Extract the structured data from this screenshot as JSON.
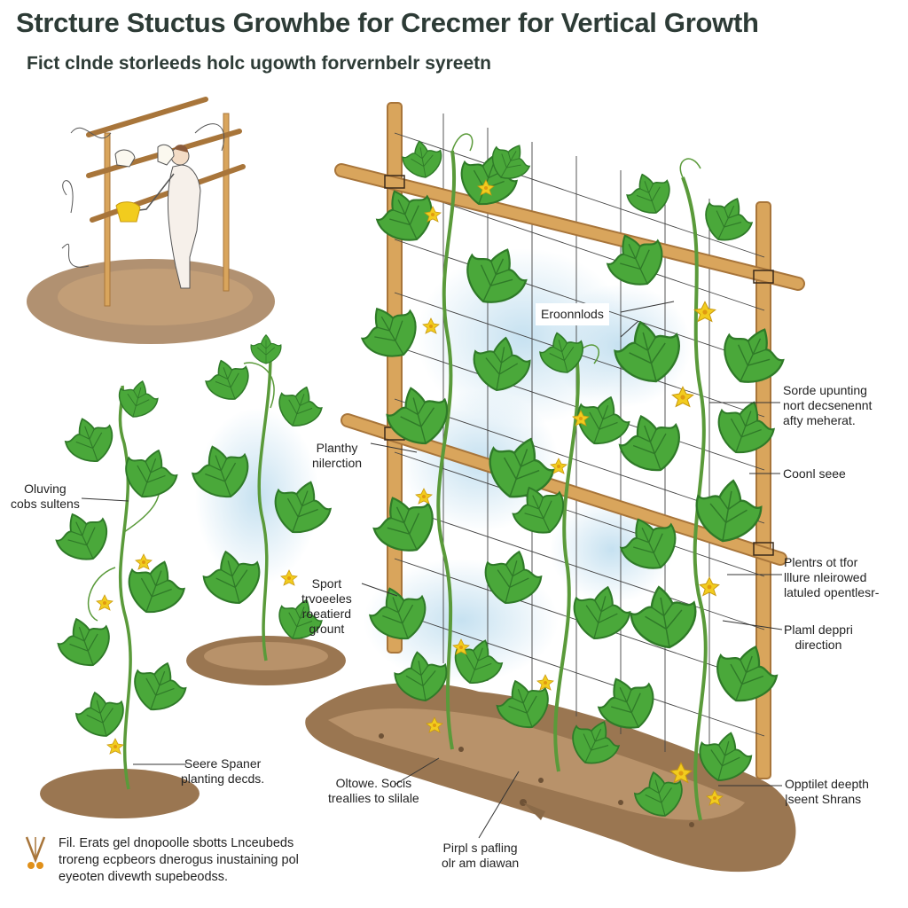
{
  "title": "Strcture Stuctus Growhbe for Crecmer for Vertical Growth",
  "subtitle": "Fict clnde storleeds holc ugowth forvernbelr syreetn",
  "labels": {
    "eroonnlods": "Eroonnlods",
    "sorde_upunting": [
      "Sorde upunting",
      "nort decsenennt",
      "afty meherat."
    ],
    "planthy": [
      "Planthy",
      "nilerction"
    ],
    "oluving": [
      "Oluving",
      "cobs sultens"
    ],
    "coonl_seee": "Coonl seee",
    "plentrs_ot_tfor": [
      "Plentrs ot tfor",
      "lllure nleirowed",
      "latuled opentlesr-"
    ],
    "sport": [
      "Sport",
      "trvoeeles",
      "roeatierd",
      "grount"
    ],
    "plaml_deppri": [
      "Plaml deppri",
      "direction"
    ],
    "seere_spaner": [
      "Seere Spaner",
      "planting decds."
    ],
    "oltowe_socis": [
      "Oltowe. Socis",
      "treallies to slilale"
    ],
    "opptilet_deepth": [
      "Opptilet deepth",
      "|seent Shrans"
    ],
    "pirpl_s_pafling": [
      "Pirpl s pafling",
      "olr am diawan"
    ]
  },
  "footnote": [
    "Fil. Erats gel dnopoolle sbotts Lnceubeds",
    "troreng ecpbeors dnerogus inustaining pol",
    "eyeoten divewth supebeodss."
  ],
  "colors": {
    "title": "#2d3b36",
    "leaf": "#4aa83a",
    "leaf_dark": "#2f7a28",
    "stem": "#5a9a3a",
    "flower": "#f2cc1e",
    "wood": "#d9a55c",
    "wood_dark": "#a8753a",
    "soil": "#9a7651",
    "mist": "#bcdcee"
  }
}
